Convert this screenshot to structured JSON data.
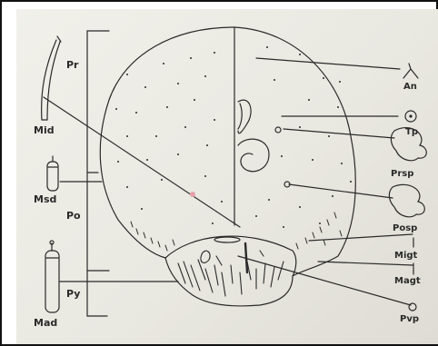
{
  "labels": {
    "pr": "Pr",
    "po": "Po",
    "py": "Py",
    "mid": "Mid",
    "msd": "Msd",
    "mad": "Mad",
    "an": "An",
    "tp": "Tp",
    "prsp": "Prsp",
    "posp": "Posp",
    "migt": "Migt",
    "magt": "Magt",
    "pvp": "Pvp"
  },
  "colors": {
    "ink": "#2a2a2a",
    "paper": "#ecebe4",
    "pink_spot": "#e8a0a8"
  }
}
